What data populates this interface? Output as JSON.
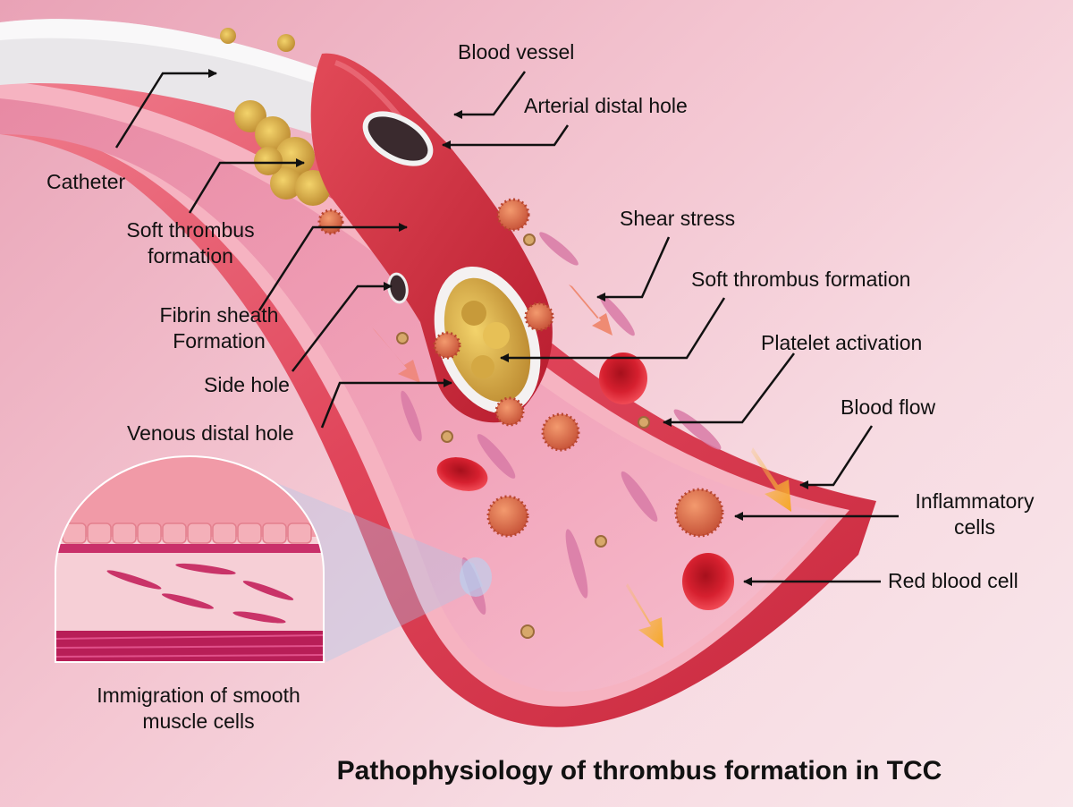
{
  "labels": {
    "blood_vessel": "Blood vessel",
    "arterial_distal_hole": "Arterial distal hole",
    "catheter": "Catheter",
    "soft_thrombus_left_line1": "Soft thrombus",
    "soft_thrombus_left_line2": "formation",
    "shear_stress": "Shear stress",
    "soft_thrombus_right": "Soft thrombus formation",
    "fibrin_line1": "Fibrin sheath",
    "fibrin_line2": "Formation",
    "platelet_activation": "Platelet activation",
    "side_hole": "Side hole",
    "blood_flow": "Blood flow",
    "venous_distal_hole": "Venous distal hole",
    "inflammatory_line1": "Inflammatory",
    "inflammatory_line2": "cells",
    "red_blood_cell": "Red blood cell",
    "immigration_line1": "Immigration of smooth",
    "immigration_line2": "muscle cells"
  },
  "title": "Pathophysiology of thrombus formation in TCC",
  "colors": {
    "vessel_wall": "#e0455a",
    "vessel_lumen": "#f2a6bc",
    "catheter_body": "#cf2a3c",
    "thrombus": "#d9a83a",
    "red_cell": "#d01e2e",
    "inflammatory_cell": "#e0744a",
    "flow_arrow": "#f5b33a"
  }
}
